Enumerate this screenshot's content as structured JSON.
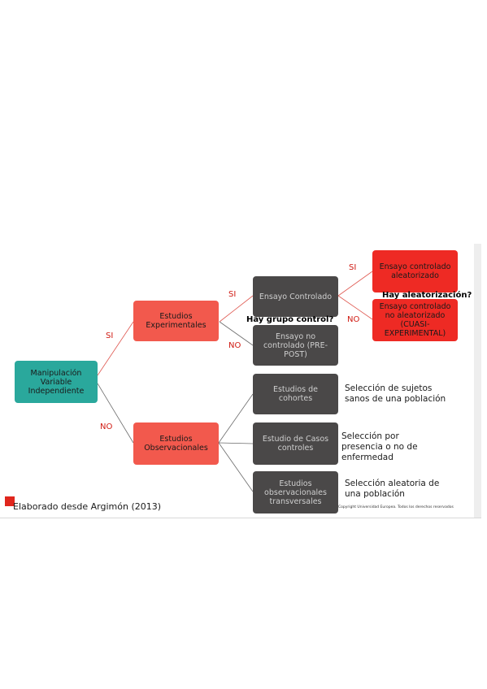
{
  "nodes": {
    "manipulacion": "Manipulación Variable Independiente",
    "experimentales": "Estudios Experimentales",
    "observacionales": "Estudios Observacionales",
    "ensayo_controlado": "Ensayo Controlado",
    "ensayo_no_controlado": "Ensayo no controlado (PRE-POST)",
    "ensayo_aleatorizado": "Ensayo controlado aleatorizado",
    "ensayo_no_aleatorizado": "Ensayo controlado no aleatorizado (CUASI-EXPERIMENTAL)",
    "cohortes": "Estudios de cohortes",
    "casos_controles": "Estudio de Casos controles",
    "transversales": "Estudios observacionales transversales"
  },
  "edge_labels": {
    "si_1": "SI",
    "no_1": "NO",
    "si_2": "SI",
    "no_2": "NO",
    "si_3": "SI",
    "no_3": "NO"
  },
  "questions": {
    "grupo_control": "Hay grupo control?",
    "aleatorizacion": "Hay aleatorización?"
  },
  "notes": {
    "cohortes": "Selección de sujetos sanos de una población",
    "casos": "Selección por presencia o no de enfermedad",
    "transversal": "Selección aleatoria de una población"
  },
  "footer": "Elaborado desde Argimón (2013)",
  "copyright": "Copyright Universidad Europea. Todos los derechos reservados",
  "colors": {
    "teal": "#2aa89c",
    "salmon": "#f2594d",
    "red": "#ee2a24",
    "dark": "#4a4848",
    "label_red": "#d01a12"
  }
}
